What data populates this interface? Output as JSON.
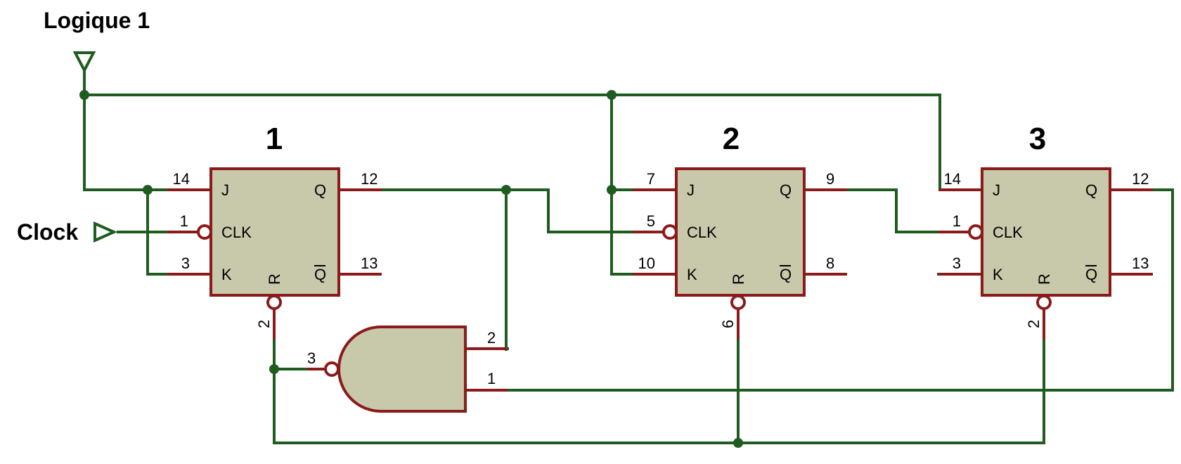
{
  "labels": {
    "power": "Logique 1",
    "clock": "Clock"
  },
  "flipflops": [
    {
      "title": "1",
      "pins": {
        "J": "J",
        "CLK": "CLK",
        "K": "K",
        "Q": "Q",
        "QB": "Q",
        "R": "R"
      },
      "nums": {
        "J": "14",
        "CLK": "1",
        "K": "3",
        "Q": "12",
        "QB": "13",
        "R": "2"
      }
    },
    {
      "title": "2",
      "pins": {
        "J": "J",
        "CLK": "CLK",
        "K": "K",
        "Q": "Q",
        "QB": "Q",
        "R": "R"
      },
      "nums": {
        "J": "7",
        "CLK": "5",
        "K": "10",
        "Q": "9",
        "QB": "8",
        "R": "6"
      }
    },
    {
      "title": "3",
      "pins": {
        "J": "J",
        "CLK": "CLK",
        "K": "K",
        "Q": "Q",
        "QB": "Q",
        "R": "R"
      },
      "nums": {
        "J": "14",
        "CLK": "1",
        "K": "3",
        "Q": "12",
        "QB": "13",
        "R": "2"
      }
    }
  ],
  "gate": {
    "nums": {
      "out": "3",
      "in_a": "2",
      "in_b": "1"
    }
  },
  "colors": {
    "wire": "#1f5c1f",
    "component_outline": "#8b1a1a",
    "component_fill": "#c8c8aa"
  }
}
